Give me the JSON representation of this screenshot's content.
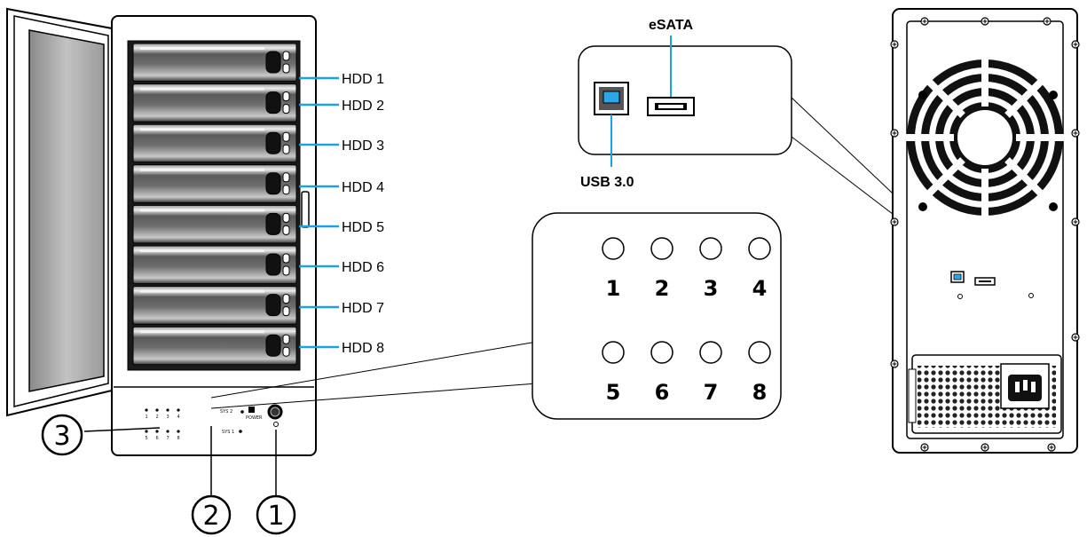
{
  "hdd_labels": [
    "HDD 1",
    "HDD 2",
    "HDD 3",
    "HDD 4",
    "HDD 5",
    "HDD 6",
    "HDD 7",
    "HDD 8"
  ],
  "ports": {
    "esata": "eSATA",
    "usb": "USB 3.0"
  },
  "led_panel": {
    "row1": [
      "1",
      "2",
      "3",
      "4"
    ],
    "row2": [
      "5",
      "6",
      "7",
      "8"
    ]
  },
  "front_panel": {
    "led_row1": [
      "1",
      "2",
      "3",
      "4"
    ],
    "led_row2": [
      "5",
      "6",
      "7",
      "8"
    ],
    "sys2": "SYS 2",
    "sys1": "SYS 1",
    "power": "POWER"
  },
  "callouts": [
    "1",
    "2",
    "3"
  ],
  "colors": {
    "leader": "#1aa3e0",
    "port_blue": "#2ea6e6",
    "outline": "#000000"
  }
}
